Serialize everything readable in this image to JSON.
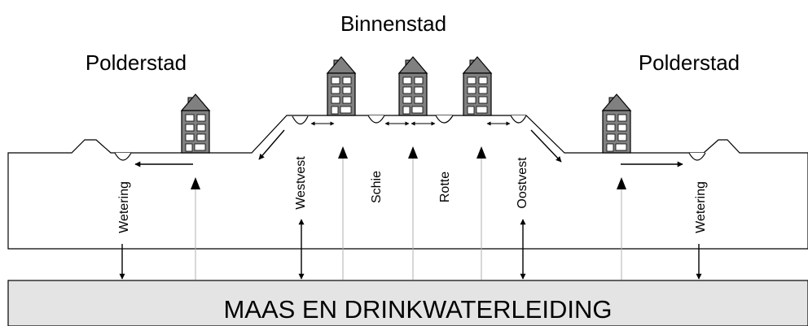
{
  "title": "Binnenstad",
  "left_district": "Polderstad",
  "right_district": "Polderstad",
  "channels": {
    "wetering_left": "Wetering",
    "westvest": "Westvest",
    "schie": "Schie",
    "rotte": "Rotte",
    "oostvest": "Oostvest",
    "wetering_right": "Wetering"
  },
  "base_label": "MAAS EN DRINKWATERLEIDING",
  "colors": {
    "base_fill": "#e4e4e4",
    "house_fill": "#808080",
    "line": "#000000",
    "faint_line": "#b0b0b0"
  }
}
